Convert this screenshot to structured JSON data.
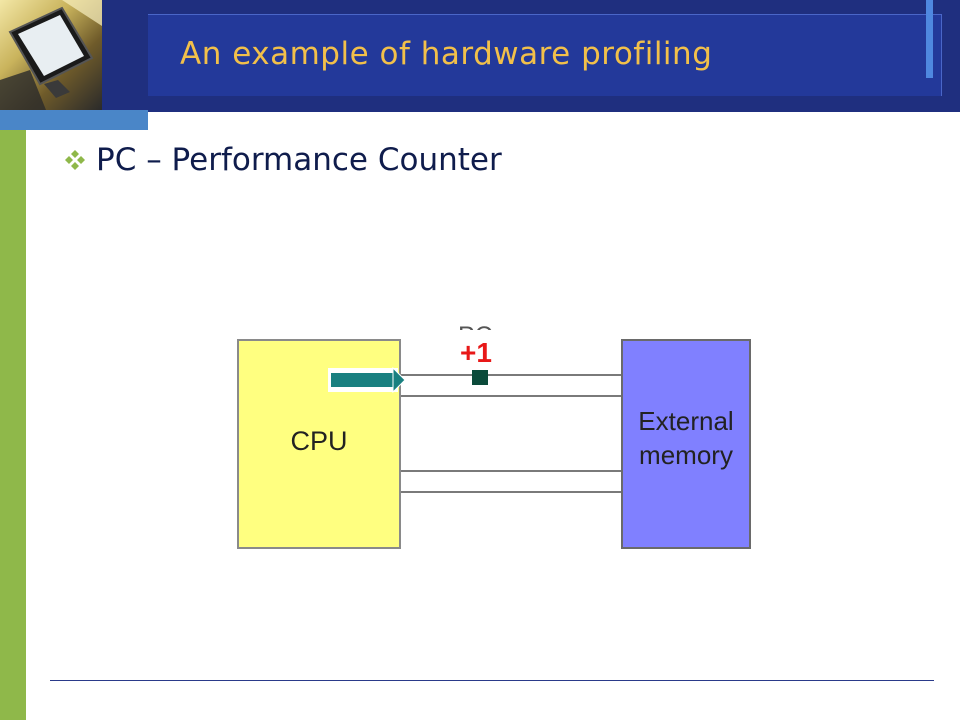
{
  "slide": {
    "title": "An example of hardware profiling",
    "bullet": "PC – Performance Counter"
  },
  "diagram": {
    "cpu_label": "CPU",
    "memory_label_line1": "External",
    "memory_label_line2": "memory",
    "counter_label": "PC",
    "increment_label": "+1"
  },
  "colors": {
    "header": "#1f2f7f",
    "title": "#f2c04a",
    "cpu_box": "#ffff80",
    "memory_box": "#8080ff",
    "increment": "#e81818",
    "arrow": "#1a8080",
    "counter_square": "#0b4a3a",
    "side_stripe": "#8fb84a"
  },
  "icons": {
    "bullet": "four-diamond-bullet-icon",
    "thumbnail": "computer-monitor-thumbnail"
  }
}
